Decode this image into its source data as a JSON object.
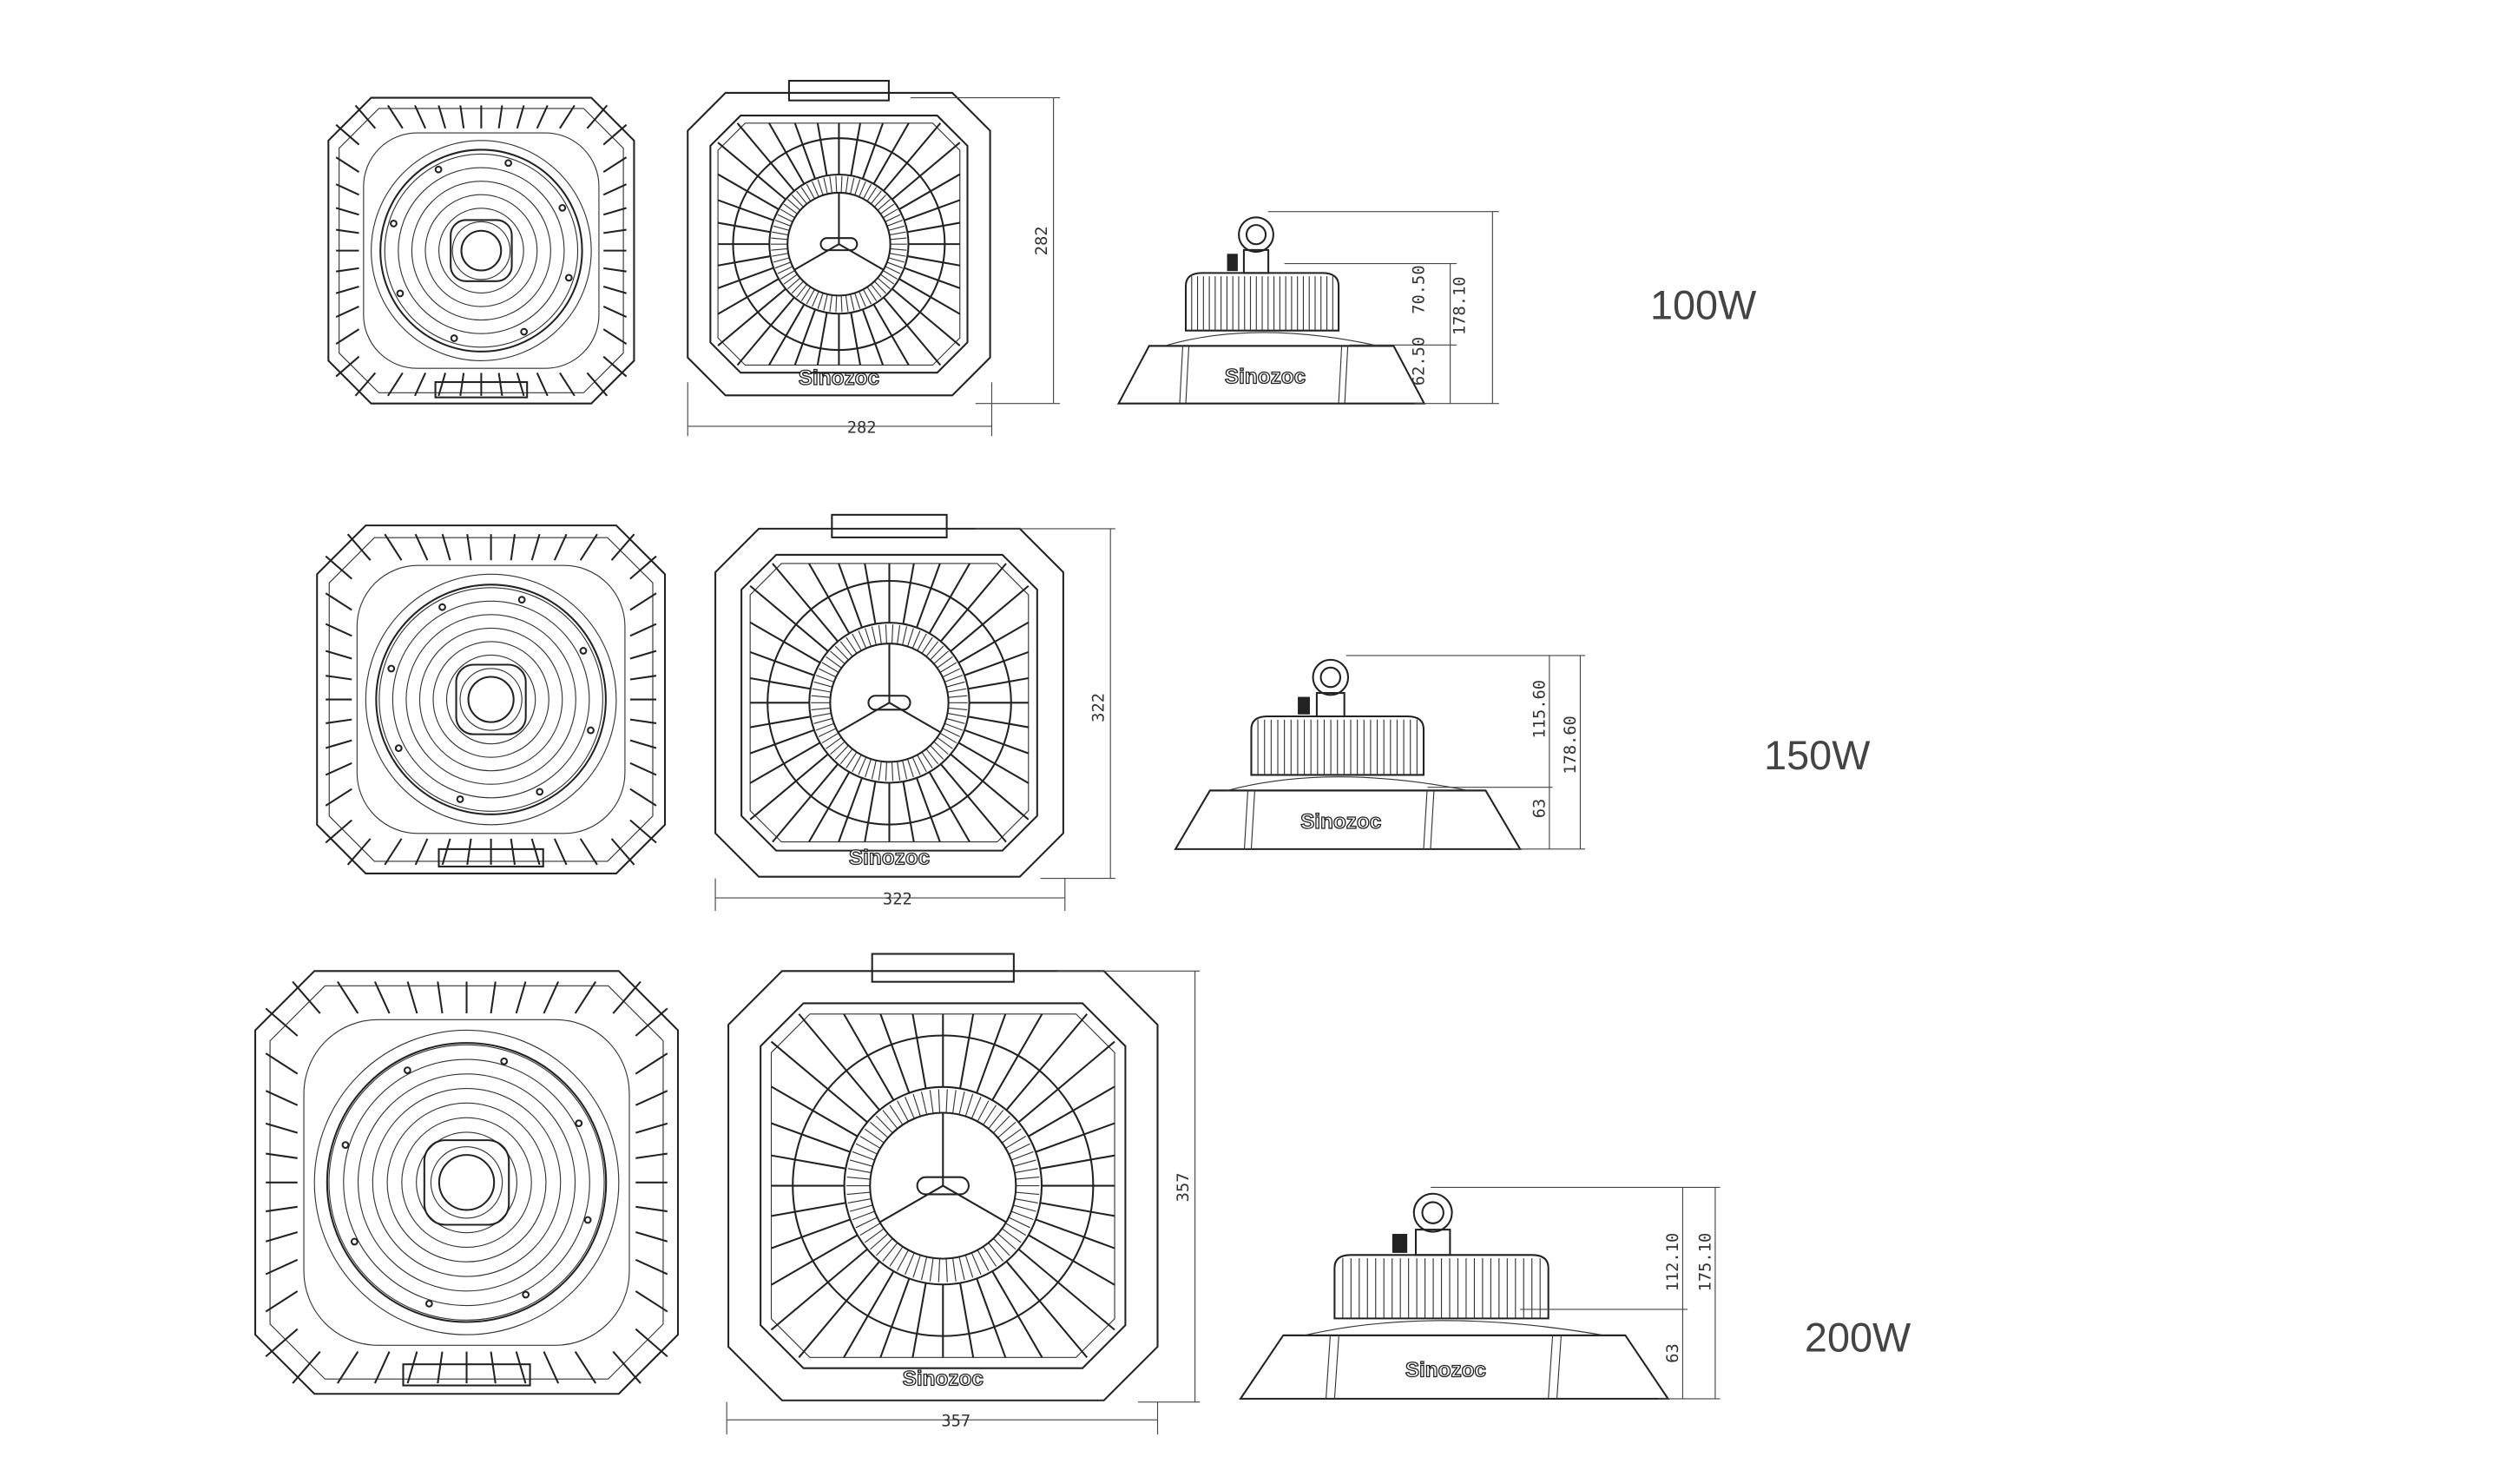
{
  "brand": "Sinozoc",
  "rows": [
    {
      "wattage": "100W",
      "width": "282",
      "height": "282",
      "upper_height": "70.50",
      "total_height": "178.10",
      "base_height": "62.50"
    },
    {
      "wattage": "150W",
      "width": "322",
      "height": "322",
      "upper_height": "115.60",
      "total_height": "178.60",
      "base_height": "63"
    },
    {
      "wattage": "200W",
      "width": "357",
      "height": "357",
      "upper_height": "112.10",
      "total_height": "175.10",
      "base_height": "63"
    }
  ]
}
